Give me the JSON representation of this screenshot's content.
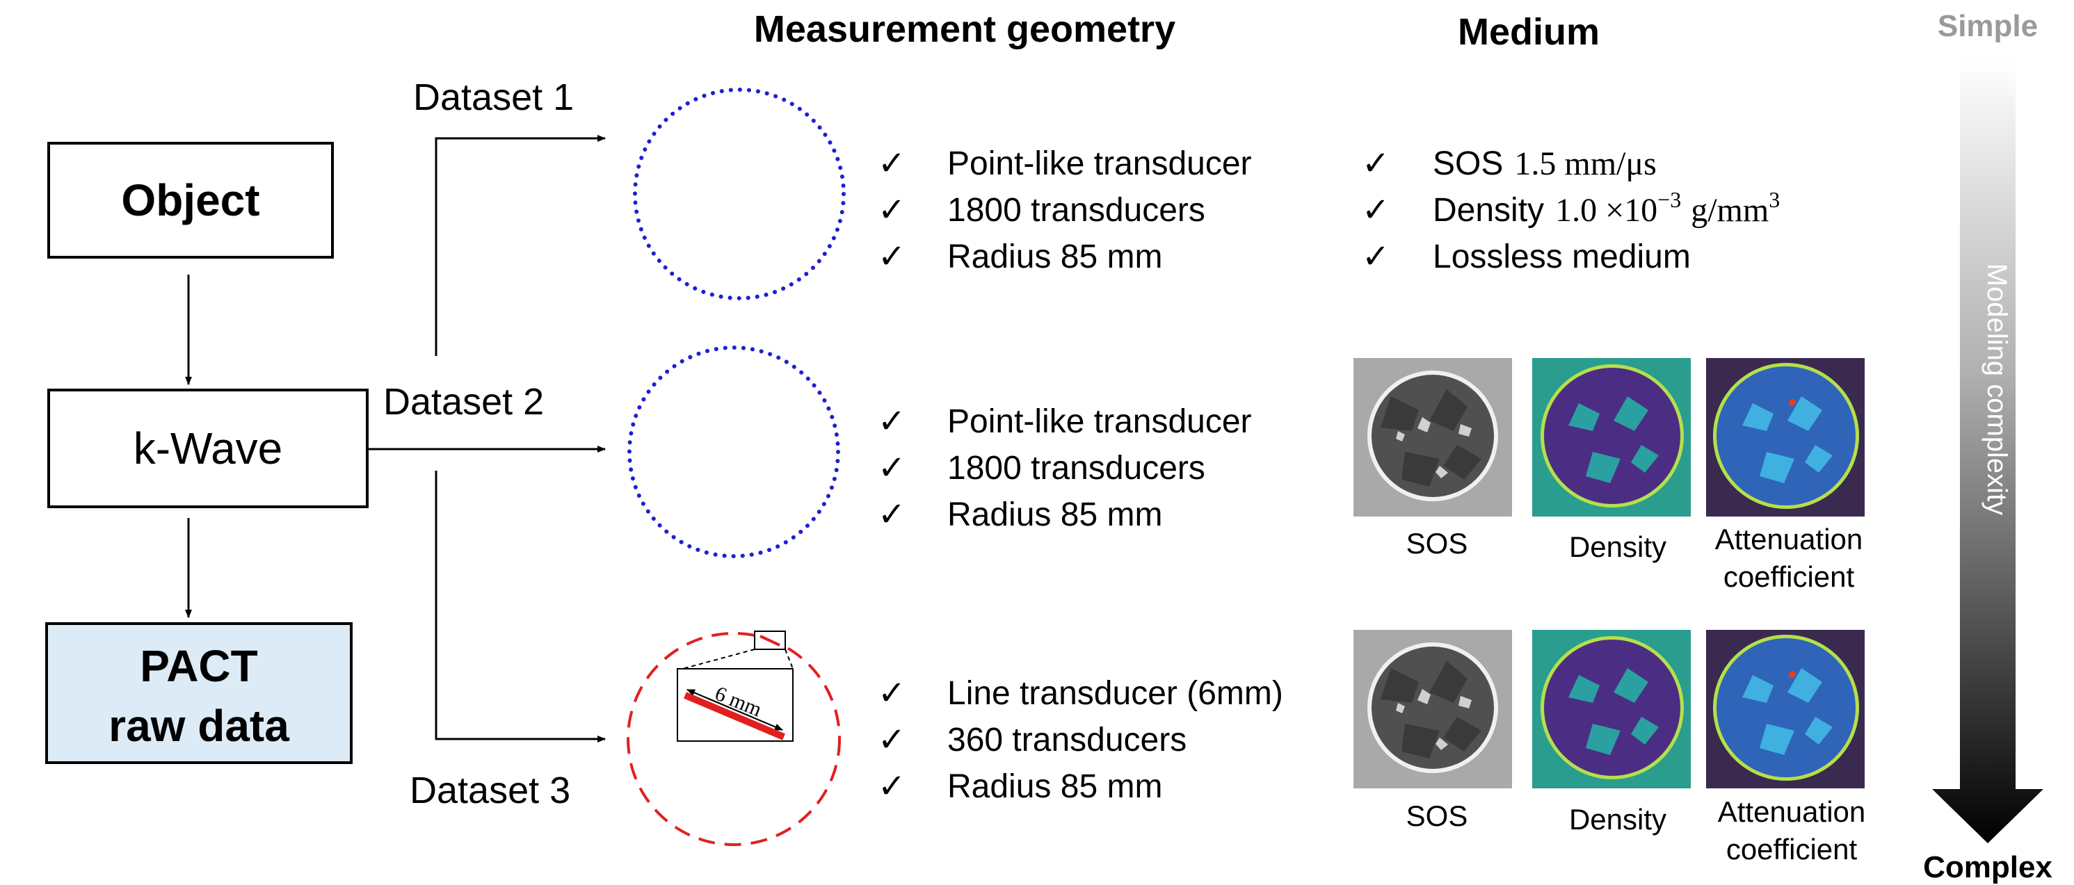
{
  "headers": {
    "geometry": "Measurement geometry",
    "medium": "Medium"
  },
  "complexity": {
    "top": "Simple",
    "bottom": "Complex",
    "axis": "Modeling complexity"
  },
  "flow": {
    "object": "Object",
    "kwave": "k-Wave",
    "pact_line1": "PACT",
    "pact_line2": "raw data"
  },
  "datasets": [
    {
      "label": "Dataset 1",
      "geometry": [
        "Point-like transducer",
        "1800 transducers",
        "Radius 85 mm"
      ],
      "medium": {
        "sos_label": "SOS",
        "sos_value": "1.5 mm/μs",
        "density_label": "Density",
        "density_value": "1.0 ×10",
        "density_exp": "−3",
        "density_unit": "g/mm",
        "density_unit_exp": "3",
        "lossless": "Lossless medium"
      }
    },
    {
      "label": "Dataset 2",
      "geometry": [
        "Point-like transducer",
        "1800 transducers",
        "Radius 85 mm"
      ],
      "maps": [
        "SOS",
        "Density",
        "Attenuation",
        "coefficient"
      ]
    },
    {
      "label": "Dataset 3",
      "geometry": [
        "Line transducer (6mm)",
        "360 transducers",
        "Radius 85 mm"
      ],
      "inset": "6 mm",
      "maps": [
        "SOS",
        "Density",
        "Attenuation",
        "coefficient"
      ]
    }
  ],
  "check": "✓",
  "colors": {
    "point_ring": "#1f1fd1",
    "line_ring": "#e02020",
    "pact_fill": "#dcebf5",
    "density_bg": "#2a9d8f",
    "atten_bg": "#3b2a4f",
    "disk_purple": "#4b2e83",
    "disk_blue": "#2f64b8",
    "rim_green": "#b5e04a"
  }
}
